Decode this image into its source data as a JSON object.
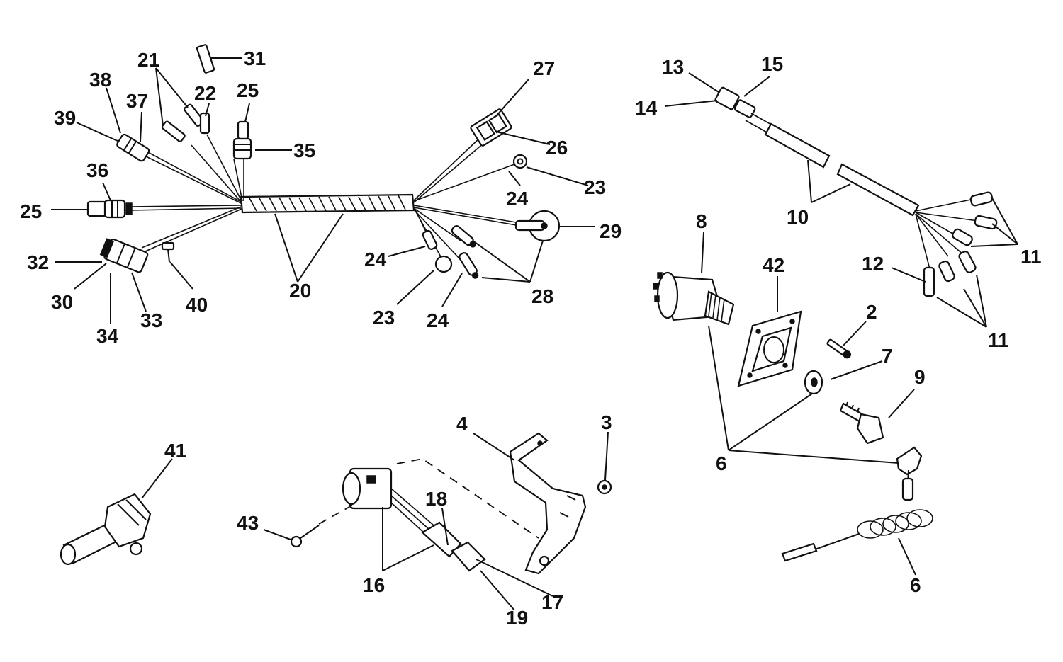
{
  "callouts": {
    "n2": "2",
    "n3": "3",
    "n4": "4",
    "n6a": "6",
    "n6b": "6",
    "n7": "7",
    "n8": "8",
    "n9": "9",
    "n10": "10",
    "n11a": "11",
    "n11b": "11",
    "n12": "12",
    "n13": "13",
    "n14": "14",
    "n15": "15",
    "n16": "16",
    "n17": "17",
    "n18": "18",
    "n19": "19",
    "n20": "20",
    "n21": "21",
    "n22": "22",
    "n23a": "23",
    "n23b": "23",
    "n24a": "24",
    "n24b": "24",
    "n24c": "24",
    "n25a": "25",
    "n25b": "25",
    "n26": "26",
    "n27": "27",
    "n28": "28",
    "n29": "29",
    "n30": "30",
    "n31": "31",
    "n32": "32",
    "n33": "33",
    "n34": "34",
    "n35": "35",
    "n36": "36",
    "n37": "37",
    "n38": "38",
    "n39": "39",
    "n40": "40",
    "n41": "41",
    "n42": "42",
    "n43": "43"
  },
  "colors": {
    "ink": "#111111",
    "paper": "#ffffff"
  }
}
